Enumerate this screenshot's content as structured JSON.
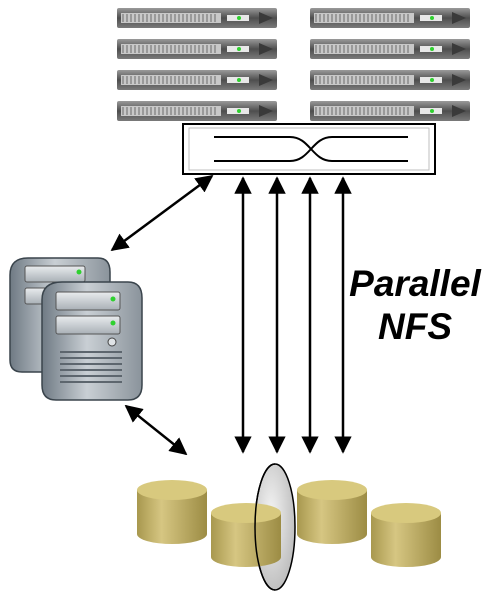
{
  "diagram": {
    "label_line1": "Parallel",
    "label_line2": "NFS",
    "nodes": {
      "compute_servers": {
        "icon": "rack-server-icon",
        "count": 8
      },
      "network_switch": {
        "icon": "network-switch-icon"
      },
      "metadata_servers": {
        "icon": "tower-server-icon",
        "count": 2
      },
      "storage_devices": {
        "icon": "storage-cylinder-icon",
        "count": 4
      }
    }
  },
  "colors": {
    "rack_dark": "#5a5a5a",
    "rack_light": "#d8d8d8",
    "led_green": "#2fd12f",
    "tower_gray": "#9aa2a8",
    "disk_gold": "#c9b870",
    "disk_top": "#d8c97e",
    "arrow": "#000000"
  }
}
